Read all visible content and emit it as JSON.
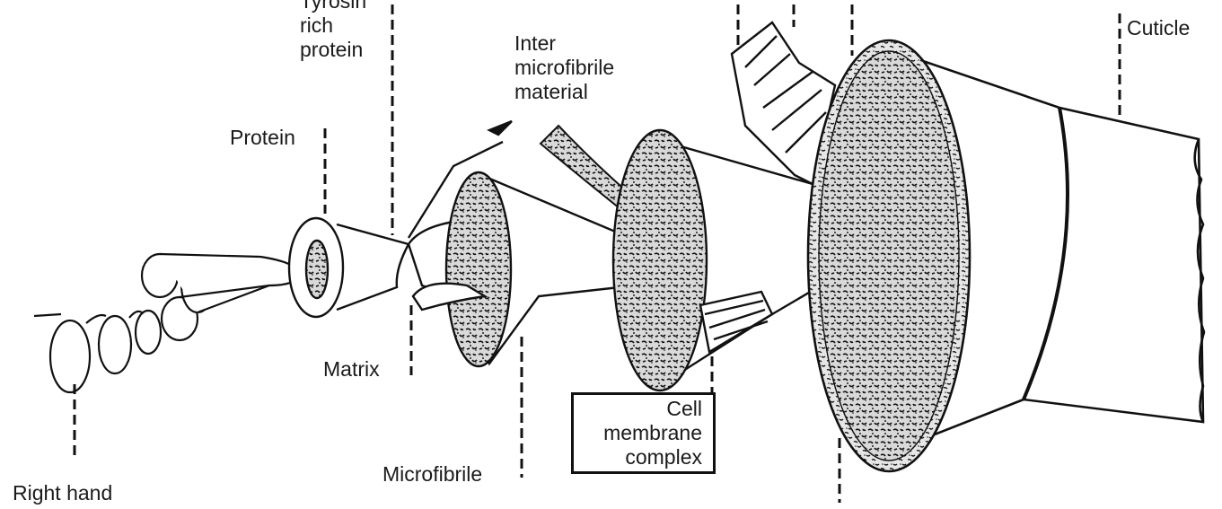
{
  "labels": {
    "right_hand": "Right hand",
    "tyrosin_rich_protein": "Tyrosin\nrich\nprotein",
    "protein": "Protein",
    "matrix": "Matrix",
    "microfibrile": "Microfibrile",
    "inter_microfibrile_material": "Inter\nmicrofibrile\nmaterial",
    "cell_membrane_complex": "Cell\nmembrane\ncomplex",
    "cuticle": "Cuticle"
  }
}
